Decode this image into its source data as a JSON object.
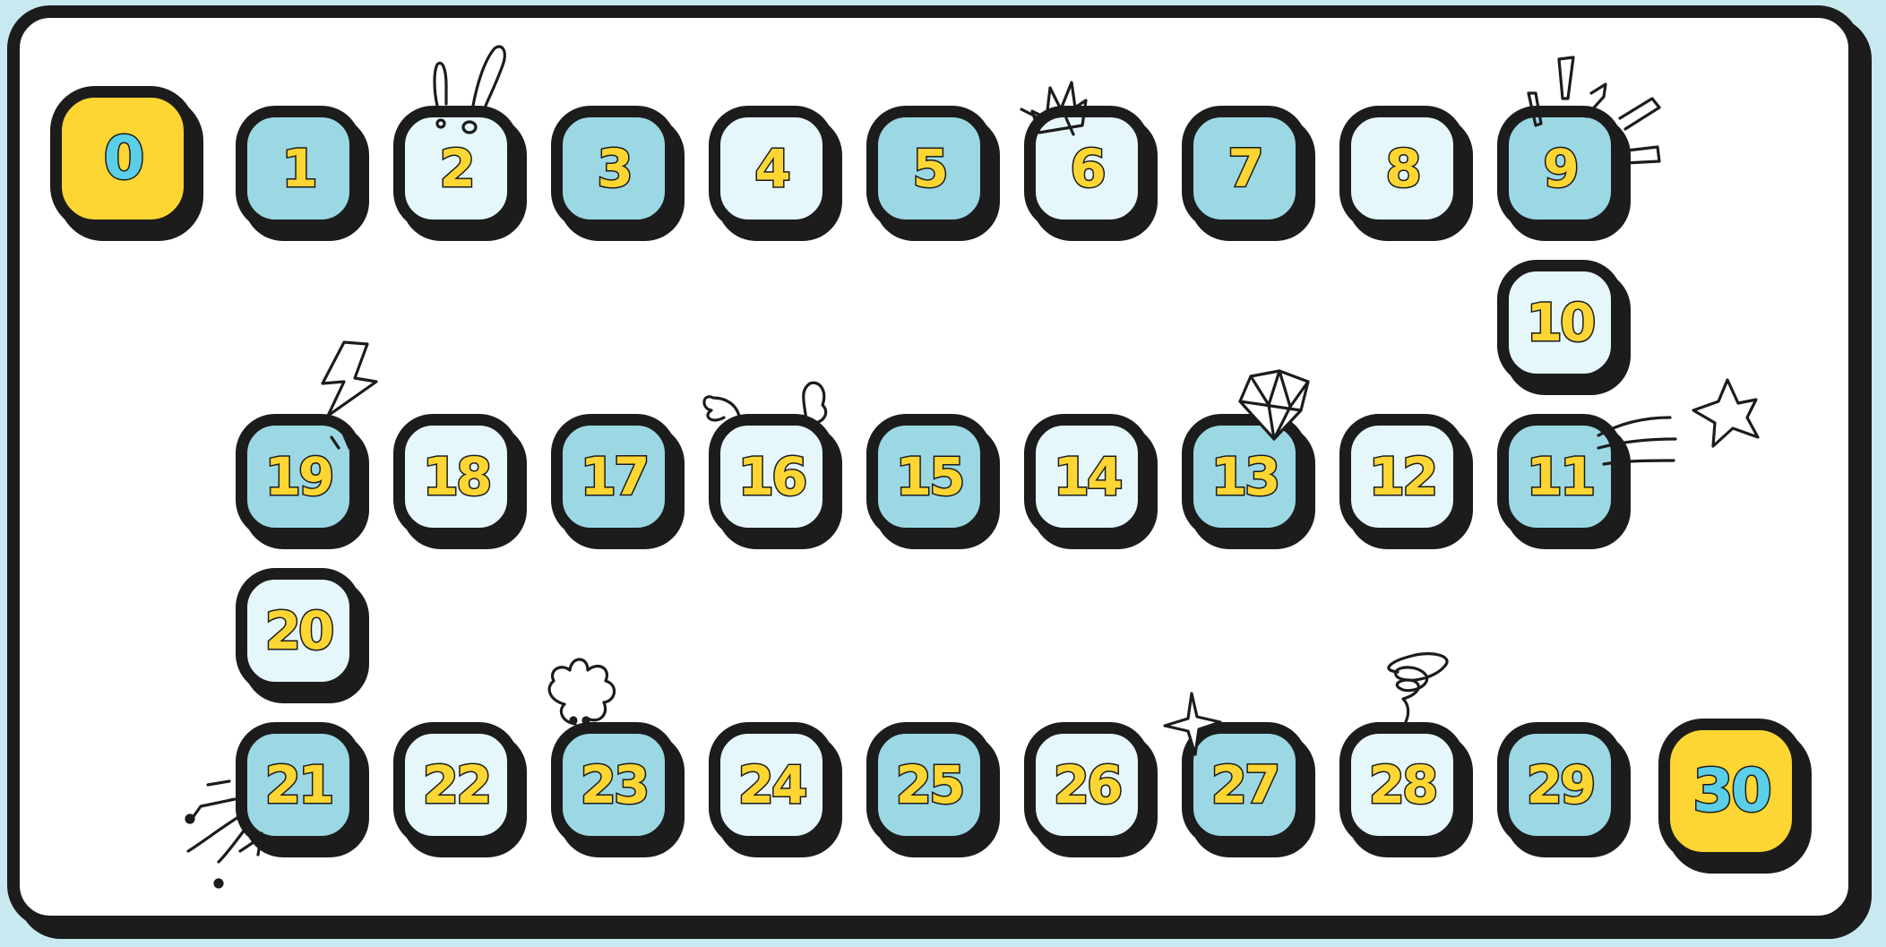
{
  "board": {
    "tiles": [
      {
        "label": "0",
        "style": "gold"
      },
      {
        "label": "1",
        "style": "dark"
      },
      {
        "label": "2",
        "style": "light"
      },
      {
        "label": "3",
        "style": "dark"
      },
      {
        "label": "4",
        "style": "light"
      },
      {
        "label": "5",
        "style": "dark"
      },
      {
        "label": "6",
        "style": "light"
      },
      {
        "label": "7",
        "style": "dark"
      },
      {
        "label": "8",
        "style": "light"
      },
      {
        "label": "9",
        "style": "dark"
      },
      {
        "label": "10",
        "style": "light"
      },
      {
        "label": "11",
        "style": "dark"
      },
      {
        "label": "12",
        "style": "light"
      },
      {
        "label": "13",
        "style": "dark"
      },
      {
        "label": "14",
        "style": "light"
      },
      {
        "label": "15",
        "style": "dark"
      },
      {
        "label": "16",
        "style": "light"
      },
      {
        "label": "17",
        "style": "dark"
      },
      {
        "label": "18",
        "style": "light"
      },
      {
        "label": "19",
        "style": "dark"
      },
      {
        "label": "20",
        "style": "light"
      },
      {
        "label": "21",
        "style": "dark"
      },
      {
        "label": "22",
        "style": "light"
      },
      {
        "label": "23",
        "style": "dark"
      },
      {
        "label": "24",
        "style": "light"
      },
      {
        "label": "25",
        "style": "dark"
      },
      {
        "label": "26",
        "style": "light"
      },
      {
        "label": "27",
        "style": "dark"
      },
      {
        "label": "28",
        "style": "light"
      },
      {
        "label": "29",
        "style": "dark"
      },
      {
        "label": "30",
        "style": "gold"
      }
    ],
    "doodles": [
      "bunny-ears-icon",
      "crown-icon",
      "burst-icon",
      "star-icon",
      "diamond-icon",
      "heart-ears-icon",
      "lightning-icon",
      "flower-icon",
      "sparkle-icon",
      "spring-coil-icon",
      "splash-icon"
    ]
  },
  "colors": {
    "tile_dark": "#9bd8e4",
    "tile_light": "#e5f7fb",
    "tile_gold": "#fdd633",
    "outline": "#1c1c1c",
    "number_fill": "#fdd633",
    "end_number_fill": "#5ccfe8",
    "page_background": "#c9e9f0"
  }
}
